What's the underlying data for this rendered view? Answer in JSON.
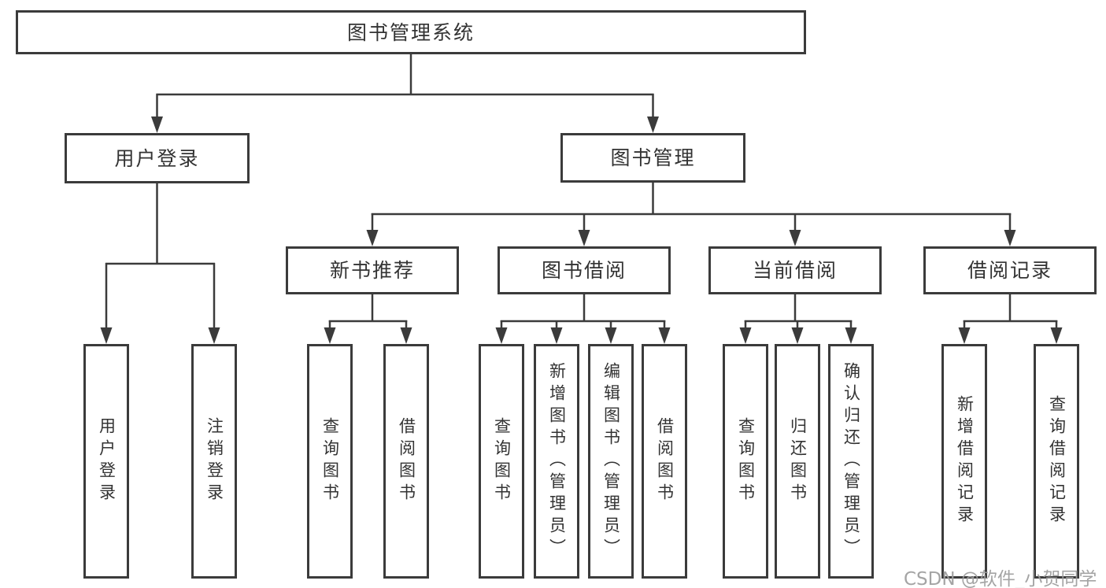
{
  "diagram": {
    "root": "图书管理系统",
    "user_login": {
      "label": "用户登录",
      "items": [
        "用户登录",
        "注销登录"
      ]
    },
    "book_management": {
      "label": "图书管理"
    },
    "new_book": {
      "label": "新书推荐",
      "items": [
        "查询图书",
        "借阅图书"
      ]
    },
    "book_borrow": {
      "label": "图书借阅",
      "items": [
        "查询图书",
        "新增图书（管理员）",
        "编辑图书（管理员）",
        "借阅图书"
      ]
    },
    "current_borrow": {
      "label": "当前借阅",
      "items": [
        "查询图书",
        "归还图书",
        "确认归还（管理员）"
      ]
    },
    "borrow_records": {
      "label": "借阅记录",
      "items": [
        "新增借阅记录",
        "查询借阅记录"
      ]
    }
  },
  "watermark": {
    "text": "CSDN @软件_小贺同学"
  },
  "colors": {
    "line": "#3b3b3b",
    "box_border": "#3b3b3b",
    "text": "#333333",
    "watermark": "#9d9d9d",
    "background": "#ffffff"
  }
}
